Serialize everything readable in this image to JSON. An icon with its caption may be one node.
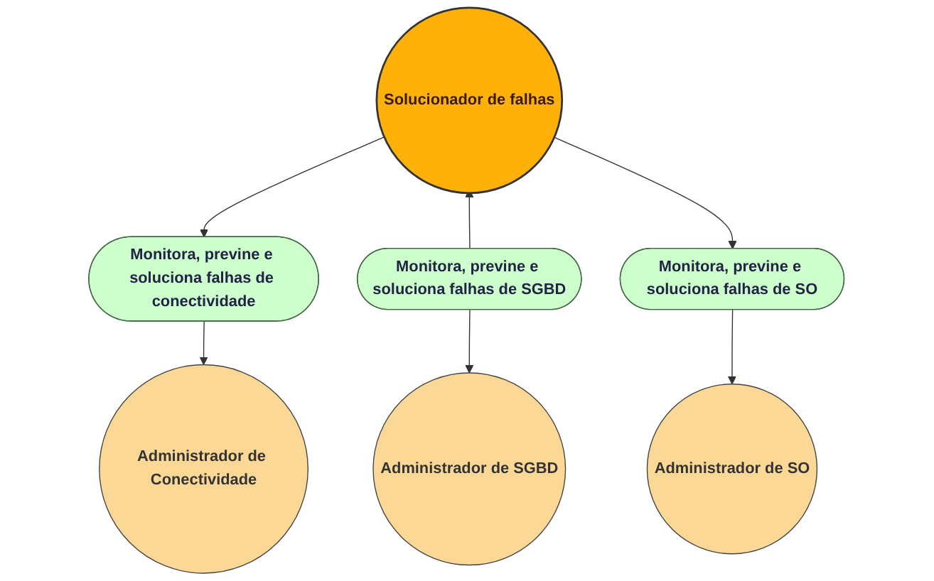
{
  "diagram": {
    "nodes": [
      {
        "text": [
          "Solucionador de falhas"
        ]
      },
      {
        "text": [
          "Monitora, previne e soluciona falhas de conectividade"
        ]
      },
      {
        "text": [
          "Monitora, previne e soluciona falhas de SGBD"
        ]
      },
      {
        "text": [
          "Monitora, previne e soluciona falhas de SO"
        ]
      },
      {
        "text": [
          "Administrador de Conectividade"
        ]
      },
      {
        "text": [
          "Administrador de SGBD"
        ]
      },
      {
        "text": [
          "Administrador de SO"
        ]
      }
    ],
    "edges": [
      {
        "from": 0,
        "to": 1,
        "arrow": "to"
      },
      {
        "from": 2,
        "to": 0,
        "arrow": "to"
      },
      {
        "from": 0,
        "to": 3,
        "arrow": "to"
      },
      {
        "from": 1,
        "to": 4,
        "arrow": "to"
      },
      {
        "from": 2,
        "to": 5,
        "arrow": "to"
      },
      {
        "from": 3,
        "to": 6,
        "arrow": "to"
      }
    ]
  }
}
